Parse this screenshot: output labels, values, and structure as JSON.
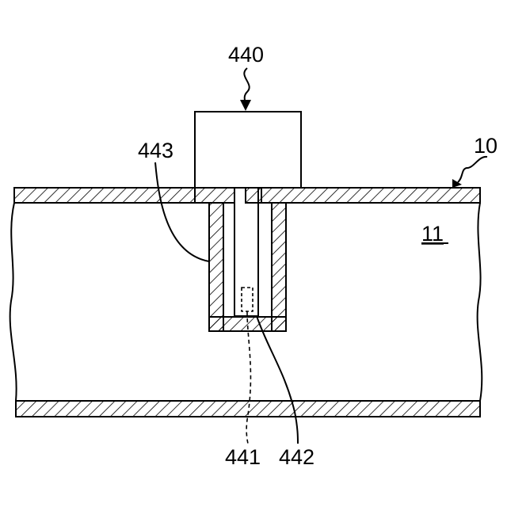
{
  "labels": {
    "sensor_unit": "440",
    "pipe": "10",
    "channel": "11",
    "protective_sleeve": "443",
    "sensing_element": "441",
    "probe": "442"
  },
  "colors": {
    "ink": "#000000",
    "background": "#ffffff"
  }
}
